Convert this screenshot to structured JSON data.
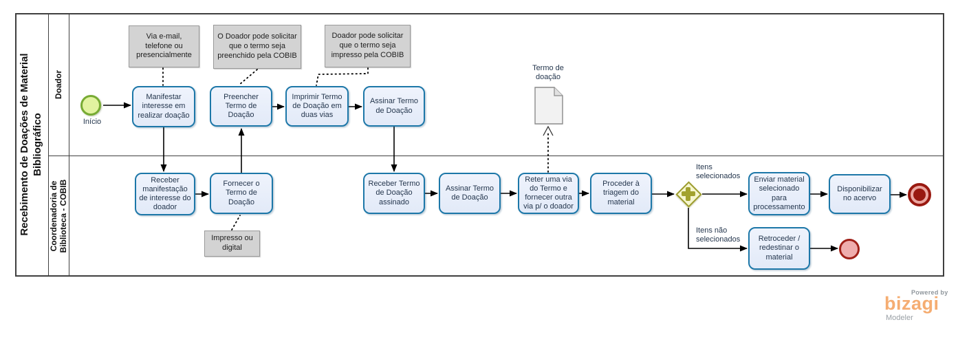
{
  "pool": {
    "title": "Recebimento de Doações de Material Bibliográfico",
    "lanes": [
      {
        "label": "Doador"
      },
      {
        "label": "Coordenadoria de Biblioteca - COBIB"
      }
    ]
  },
  "events": {
    "start": {
      "label": "Início",
      "type": "start"
    },
    "end_main": {
      "type": "terminate-end"
    },
    "end_alt": {
      "type": "end"
    }
  },
  "tasks": {
    "manifestar": {
      "label": "Manifestar interesse em realizar doação"
    },
    "preencher": {
      "label": "Preencher Termo de Doação"
    },
    "imprimir": {
      "label": "Imprimir Termo de Doação em duas vias"
    },
    "assinar_doador": {
      "label": "Assinar Termo de Doação"
    },
    "receber_manifestacao": {
      "label": "Receber manifestação de interesse do doador"
    },
    "fornecer": {
      "label": "Fornecer o Termo de Doação"
    },
    "receber_termo": {
      "label": "Receber Termo de Doação assinado"
    },
    "assinar_cobib": {
      "label": "Assinar Termo de Doação"
    },
    "reter": {
      "label": "Reter uma via do Termo e fornecer outra via p/ o doador"
    },
    "proceder": {
      "label": "Proceder à triagem do material"
    },
    "enviar": {
      "label": "Enviar material selecionado para processamento"
    },
    "disponibilizar": {
      "label": "Disponibilizar no acervo"
    },
    "retroceder": {
      "label": "Retroceder / redestinar o material"
    }
  },
  "annotations": {
    "contato": {
      "text": "Via e-mail, telefone ou presencialmente"
    },
    "preenchido_cobib": {
      "text": "O Doador pode solicitar que o termo seja preenchido pela COBIB"
    },
    "impresso_cobib": {
      "text": "Doador pode solicitar que o termo seja impresso pela COBIB"
    },
    "impresso_digital": {
      "text": "Impresso ou digital"
    }
  },
  "data_objects": {
    "termo": {
      "label": "Termo de doação"
    }
  },
  "gateway": {
    "type": "parallel-plus",
    "branch_selected": "Itens selecionados",
    "branch_not_selected": "Itens não selecionados"
  },
  "branding": {
    "powered_by": "Powered by",
    "logo": "bizagi",
    "product": "Modeler"
  },
  "colors": {
    "task_fill": "#e9effb",
    "task_border": "#1c77a8",
    "task_text": "#24364d",
    "start_fill": "#e2f3a0",
    "start_border": "#77ab33",
    "end_fill": "#eba7a1",
    "end_border": "#991910",
    "gateway_fill": "#f6f6cf",
    "gateway_border": "#9c9c2e",
    "annotation_fill": "#d3d3d3",
    "logo_orange": "#f5ad72"
  }
}
